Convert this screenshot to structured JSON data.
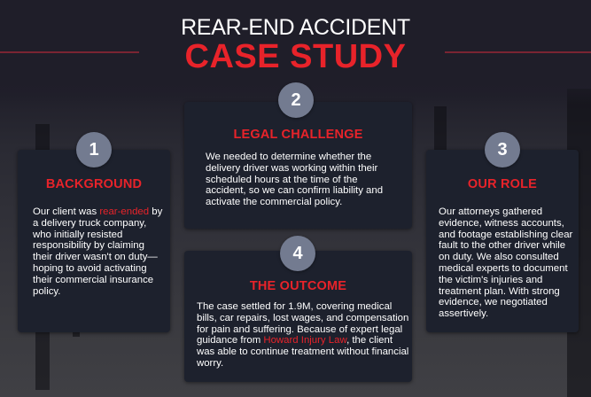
{
  "header": {
    "title_line1": "REAR-END ACCIDENT",
    "title_line2": "CASE STUDY"
  },
  "colors": {
    "accent_red": "#e8232a",
    "card_bg": "#1d212d",
    "badge_bg": "#737b90",
    "page_bg": "#1f1e29"
  },
  "cards": [
    {
      "number": "1",
      "title": "BACKGROUND",
      "body_pre": "Our client was ",
      "body_highlight": "rear-ended",
      "body_post": " by a delivery truck company, who initially resisted responsibility by claiming their driver wasn't on duty—hoping to avoid activating their commercial insurance policy."
    },
    {
      "number": "2",
      "title": "LEGAL CHALLENGE",
      "body": "We needed to determine whether the delivery driver was working within their scheduled hours at the time of the accident, so we can confirm liability and activate the commercial policy."
    },
    {
      "number": "3",
      "title": "OUR ROLE",
      "body": "Our attorneys gathered evidence, witness accounts, and footage establishing clear fault to the other driver while on duty. We also consulted medical experts to document the victim's injuries and treatment plan. With strong evidence, we negotiated assertively."
    },
    {
      "number": "4",
      "title": "THE OUTCOME",
      "body_pre": "The case settled for 1.9M, covering medical bills, car repairs, lost wages, and compensation for pain and suffering. Because of expert legal guidance from ",
      "body_highlight": "Howard Injury Law",
      "body_post": ", the client was able to continue treatment without financial worry."
    }
  ]
}
